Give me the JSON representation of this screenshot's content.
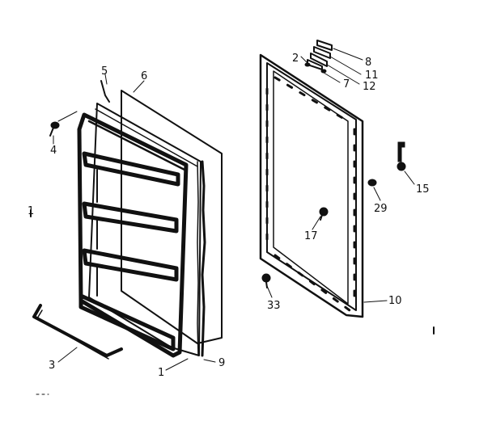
{
  "callouts": [
    {
      "id": "c1a",
      "text": "1"
    },
    {
      "id": "c1b",
      "text": "1"
    },
    {
      "id": "c2",
      "text": "2"
    },
    {
      "id": "c3",
      "text": "3"
    },
    {
      "id": "c4",
      "text": "4"
    },
    {
      "id": "c5",
      "text": "5"
    },
    {
      "id": "c6",
      "text": "6"
    },
    {
      "id": "c7",
      "text": "7"
    },
    {
      "id": "c8",
      "text": "8"
    },
    {
      "id": "c9",
      "text": "9"
    },
    {
      "id": "c10",
      "text": "10"
    },
    {
      "id": "c11",
      "text": "11"
    },
    {
      "id": "c12",
      "text": "12"
    },
    {
      "id": "c15",
      "text": "15"
    },
    {
      "id": "c17",
      "text": "17"
    },
    {
      "id": "c29",
      "text": "29"
    },
    {
      "id": "c33",
      "text": "33"
    }
  ]
}
